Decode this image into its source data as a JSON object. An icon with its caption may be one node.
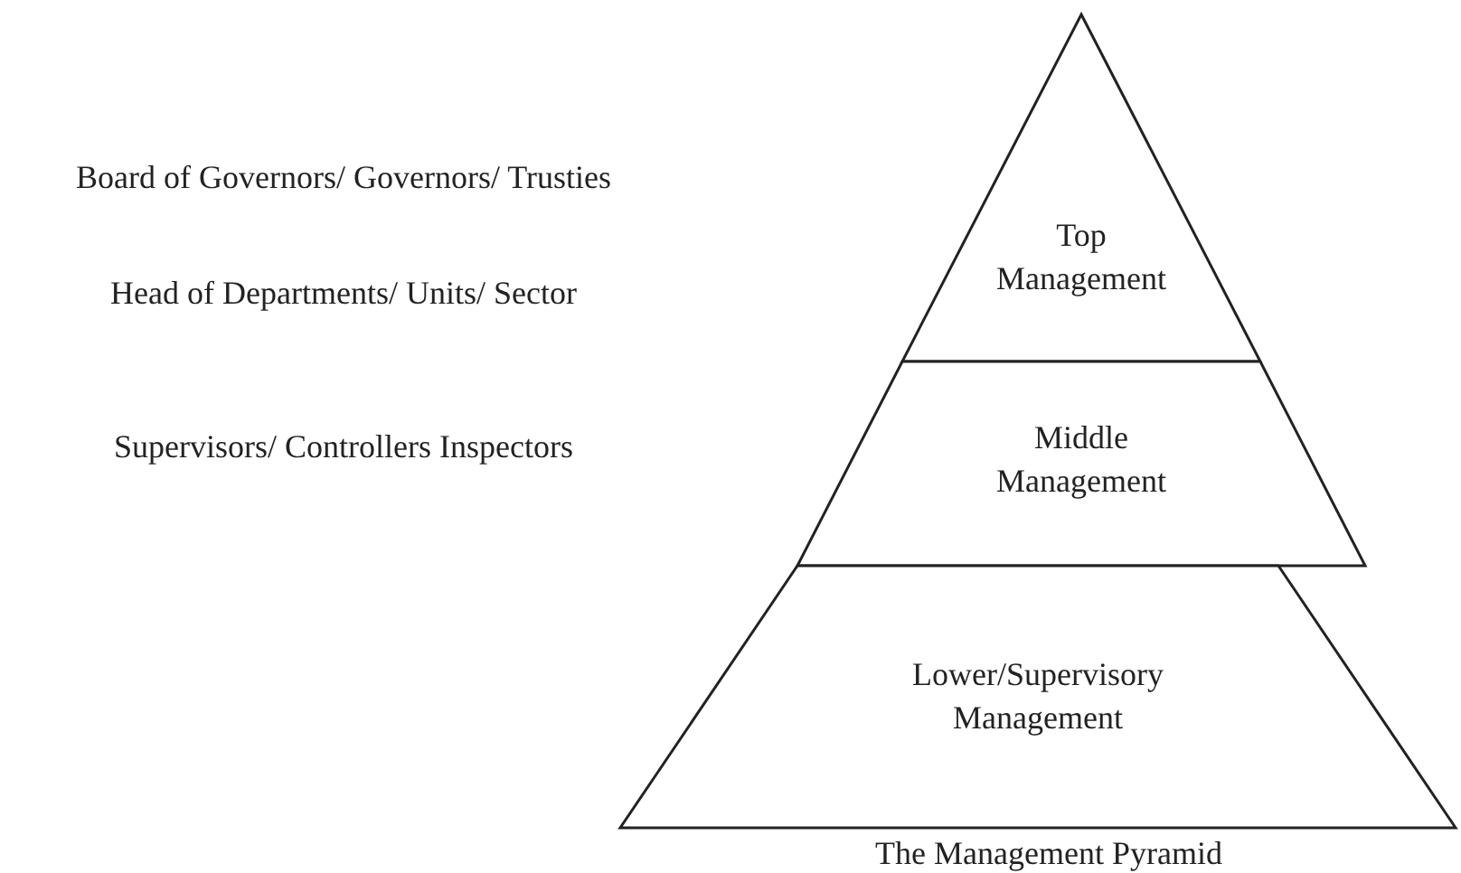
{
  "diagram": {
    "caption": "The Management Pyramid",
    "nodes": [
      {
        "text": [
          "Top Management"
        ]
      },
      {
        "text": [
          "Middle Management"
        ]
      },
      {
        "text": [
          "Lower/Supervisory Management"
        ]
      }
    ],
    "labels": [
      "Board of Governors/ Governors/ Trusties",
      "Head of Departments/ Units/ Sector",
      "Supervisors/ Controllers Inspectors"
    ]
  }
}
